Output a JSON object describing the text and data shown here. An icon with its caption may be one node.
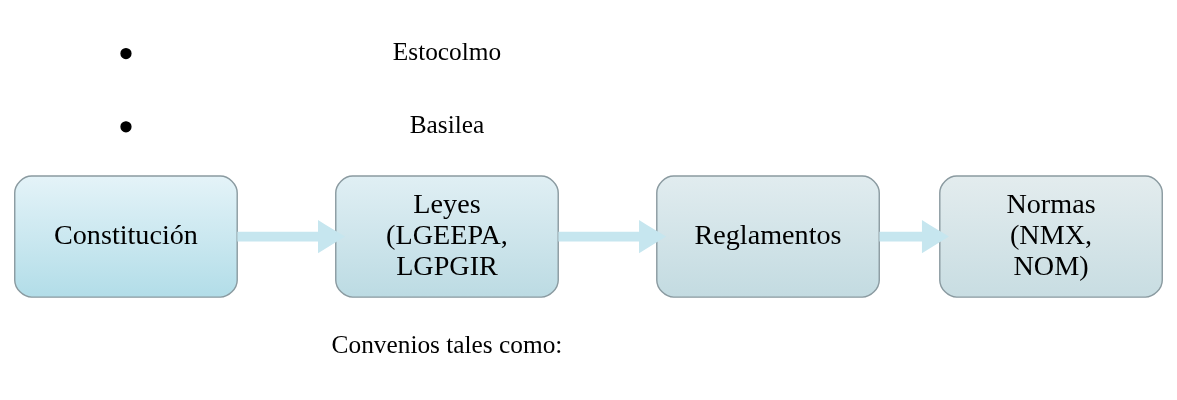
{
  "diagram": {
    "nodes": [
      {
        "text": [
          "Constitución"
        ]
      },
      {
        "text": [
          "Leyes (LGEEPA, LGPGIR"
        ]
      },
      {
        "text": [
          "Reglamentos"
        ]
      },
      {
        "text": [
          "Normas (NMX, NOM)"
        ]
      }
    ],
    "edges": [
      {
        "from": 0,
        "to": 1,
        "arrow": "to"
      },
      {
        "from": 1,
        "to": 2,
        "arrow": "to"
      },
      {
        "from": 2,
        "to": 3,
        "arrow": "to"
      }
    ],
    "labels": [
      "Convenios tales como:",
      "Basilea",
      "Estocolmo"
    ]
  }
}
